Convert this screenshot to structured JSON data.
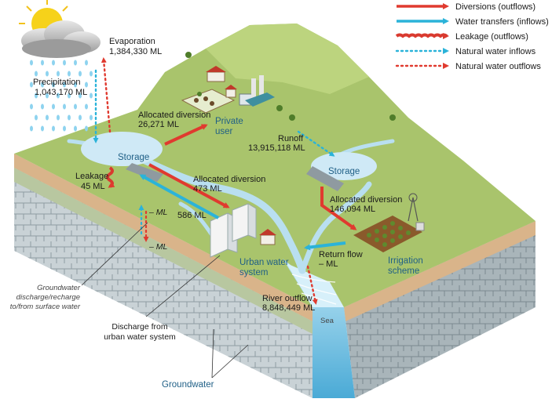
{
  "legend": {
    "items": [
      {
        "label": "Diversions (outflows)",
        "color": "#e03a2f",
        "style": "arrow"
      },
      {
        "label": "Water transfers (inflows)",
        "color": "#2bb3d9",
        "style": "arrow"
      },
      {
        "label": "Leakage (outflows)",
        "color": "#d93a2f",
        "style": "wavy"
      },
      {
        "label": "Natural water inflows",
        "color": "#2bb3d9",
        "style": "dotted"
      },
      {
        "label": "Natural water outflows",
        "color": "#e03a2f",
        "style": "dotted"
      }
    ]
  },
  "labels": {
    "evaporation_title": "Evaporation",
    "evaporation_value": "1,384,330 ML",
    "precipitation_title": "Precipitation",
    "precipitation_value": "1,043,170 ML",
    "storage_left": "Storage",
    "storage_right": "Storage",
    "alloc1_title": "Allocated diversion",
    "alloc1_value": "26,271 ML",
    "private_user_1": "Private",
    "private_user_2": "user",
    "runoff_title": "Runoff",
    "runoff_value": "13,915,118 ML",
    "leakage_title": "Leakage",
    "leakage_value": "45 ML",
    "alloc2_title": "Allocated diversion",
    "alloc2_value": "473 ML",
    "transfer_value": "586 ML",
    "gw_up": "– ML",
    "gw_down": "– ML",
    "alloc3_title": "Allocated diversion",
    "alloc3_value": "146,094 ML",
    "return_title": "Return flow",
    "return_value": "– ML",
    "urban_1": "Urban water",
    "urban_2": "system",
    "irrigation_1": "Irrigation",
    "irrigation_2": "scheme",
    "river_title": "River outflow",
    "river_value": "8,848,449 ML",
    "sea": "Sea",
    "gwd_1": "Groundwater",
    "gwd_2": "discharge/recharge",
    "gwd_3": "to/from surface water",
    "discharge_1": "Discharge from",
    "discharge_2": "urban water system",
    "groundwater": "Groundwater"
  }
}
